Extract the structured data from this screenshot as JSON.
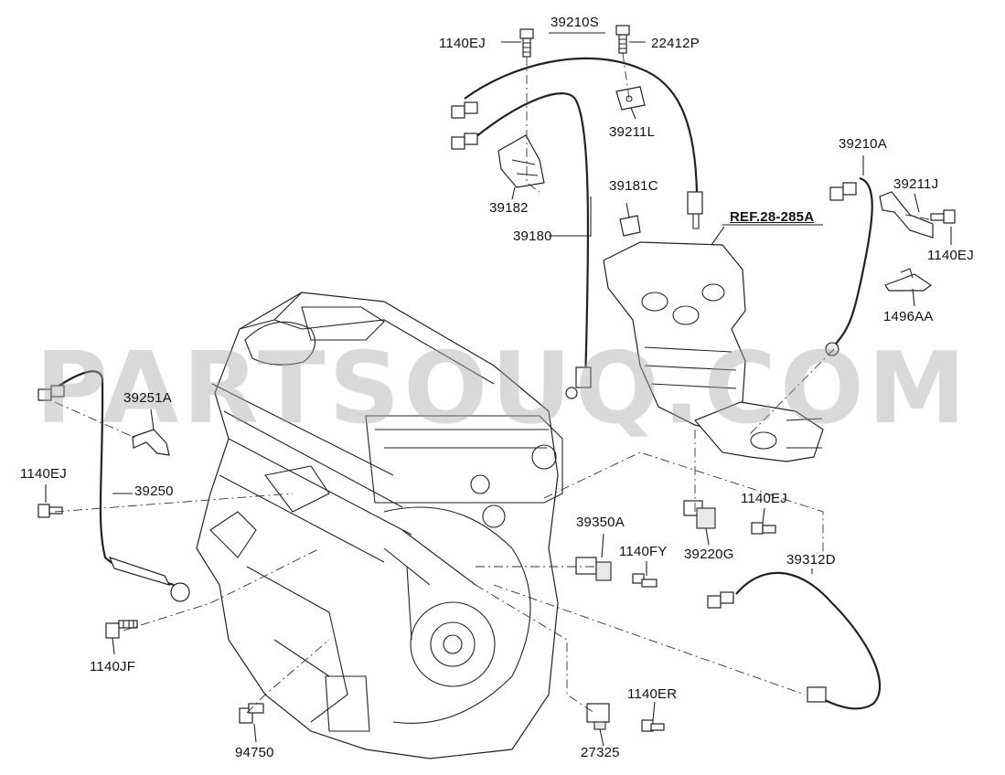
{
  "watermark": "PARTSOUQ.COM",
  "callouts": {
    "p39210S": "39210S",
    "p1140EJ_top": "1140EJ",
    "p22412P": "22412P",
    "p39211L": "39211L",
    "p39182": "39182",
    "p39181C": "39181C",
    "p39180": "39180",
    "ref": "REF.28-285A",
    "p39210A": "39210A",
    "p39211J": "39211J",
    "p1140EJ_right": "1140EJ",
    "p1496AA": "1496AA",
    "p39251A": "39251A",
    "p1140EJ_left": "1140EJ",
    "p39250": "39250",
    "p1140JF": "1140JF",
    "p94750": "94750",
    "p39350A": "39350A",
    "p1140FY": "1140FY",
    "p1140EJ_mid": "1140EJ",
    "p39220G": "39220G",
    "p39312D": "39312D",
    "p1140ER": "1140ER",
    "p27325": "27325"
  }
}
